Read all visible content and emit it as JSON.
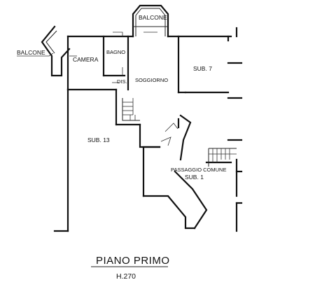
{
  "labels": {
    "balcone_top": "BALCONE",
    "balcone_left": "BALCONE",
    "camera": "CAMERA",
    "bagno": "BAGNO",
    "soggiorno": "SOGGIORNO",
    "dis": "DIS.",
    "sub7": "SUB. 7",
    "sub13": "SUB. 13",
    "passaggio": "PASSAGGIO COMUNE",
    "sub1": "SUB. 1"
  },
  "footer": {
    "title": "PIANO PRIMO",
    "height": "H.270"
  }
}
